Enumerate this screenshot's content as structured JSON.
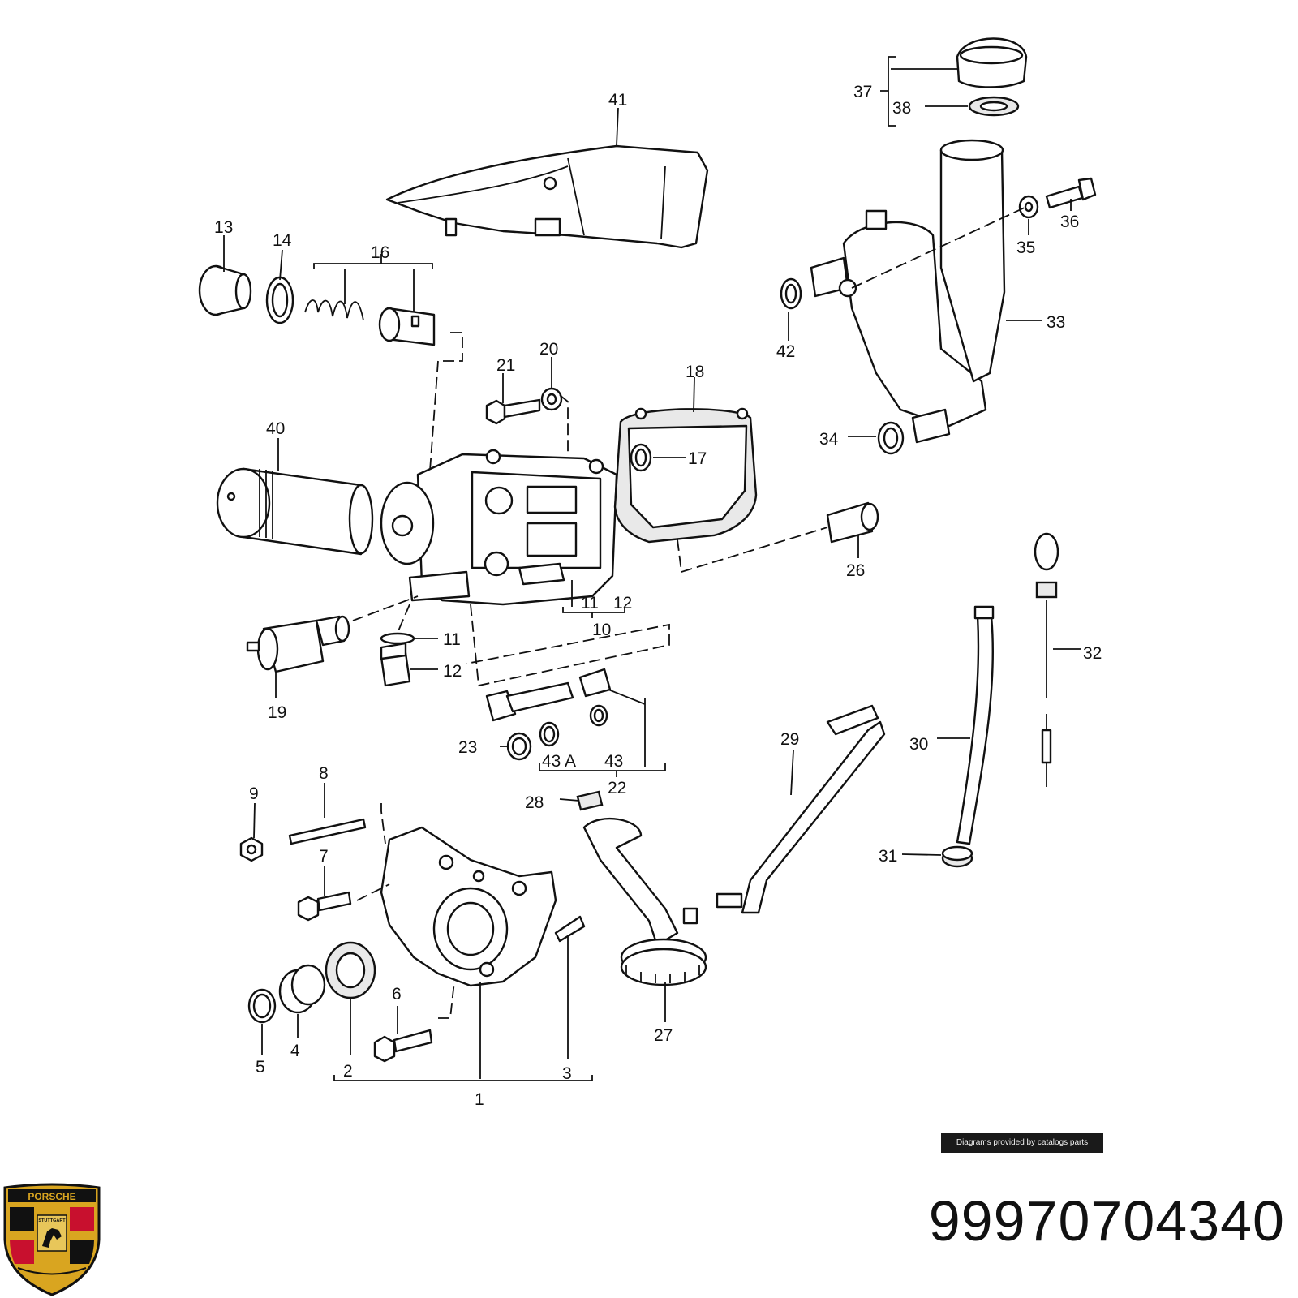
{
  "diagram": {
    "labels": [
      "1",
      "2",
      "3",
      "4",
      "5",
      "6",
      "7",
      "8",
      "9",
      "10",
      "11",
      "12",
      "13",
      "14",
      "16",
      "17",
      "18",
      "19",
      "20",
      "21",
      "22",
      "23",
      "26",
      "27",
      "28",
      "29",
      "30",
      "31",
      "32",
      "33",
      "34",
      "35",
      "36",
      "37",
      "38",
      "40",
      "41",
      "42",
      "43",
      "43 A"
    ],
    "callouts": {
      "s11": "11",
      "s12": "12"
    }
  },
  "footer": {
    "credit": "Diagrams provided by catalogs parts",
    "part_number": "99970704340"
  },
  "logo": {
    "brand": "PORSCHE",
    "city": "STUTTGART",
    "colors": {
      "gold": "#d9a520",
      "red": "#c8102e",
      "black": "#111111"
    }
  }
}
